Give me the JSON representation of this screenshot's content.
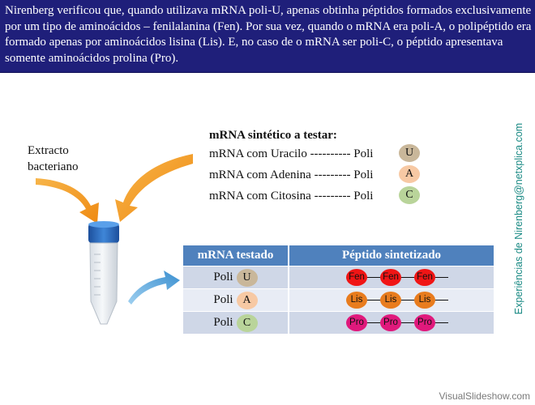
{
  "banner": {
    "text": "Nirenberg verificou que, quando utilizava mRNA poli-U, apenas obtinha péptidos formados exclusivamente por um tipo de aminoácidos – fenilalanina (Fen). Por sua vez, quando o mRNA era poli-A, o polipéptido era formado apenas por aminoácidos lisina (Lis). E, no caso de o mRNA ser poli-C, o péptido apresentava somente aminoácidos prolina (Pro)."
  },
  "side_credit": "Experiências de Nirenberg@netxplica.com",
  "extract_label": "Extracto bacteriano",
  "mrna_list": {
    "heading": "mRNA sintético a testar:",
    "items": [
      {
        "text": "mRNA com Uracilo ---------- Poli",
        "badge": "U"
      },
      {
        "text": "mRNA com Adenina --------- Poli",
        "badge": "A"
      },
      {
        "text": "mRNA com Citosina --------- Poli",
        "badge": "C"
      }
    ]
  },
  "table": {
    "headers": [
      "mRNA testado",
      "Péptido sintetizado"
    ],
    "rows": [
      {
        "prefix": "Poli",
        "badge": "U",
        "aminoacids": [
          "Fen",
          "Fen",
          "Fen"
        ]
      },
      {
        "prefix": "Poli",
        "badge": "A",
        "aminoacids": [
          "Lis",
          "Lis",
          "Lis"
        ]
      },
      {
        "prefix": "Poli",
        "badge": "C",
        "aminoacids": [
          "Pro",
          "Pro",
          "Pro"
        ]
      }
    ]
  },
  "colors": {
    "banner_bg": "#1f1f7a",
    "header_blue": "#4f81bd",
    "fen": "#f01515",
    "lis": "#e87c1e",
    "pro": "#e0197c",
    "arrow_orange": "#f39a1f",
    "arrow_blue": "#4aa3df"
  },
  "watermark": "VisualSlideshow.com"
}
